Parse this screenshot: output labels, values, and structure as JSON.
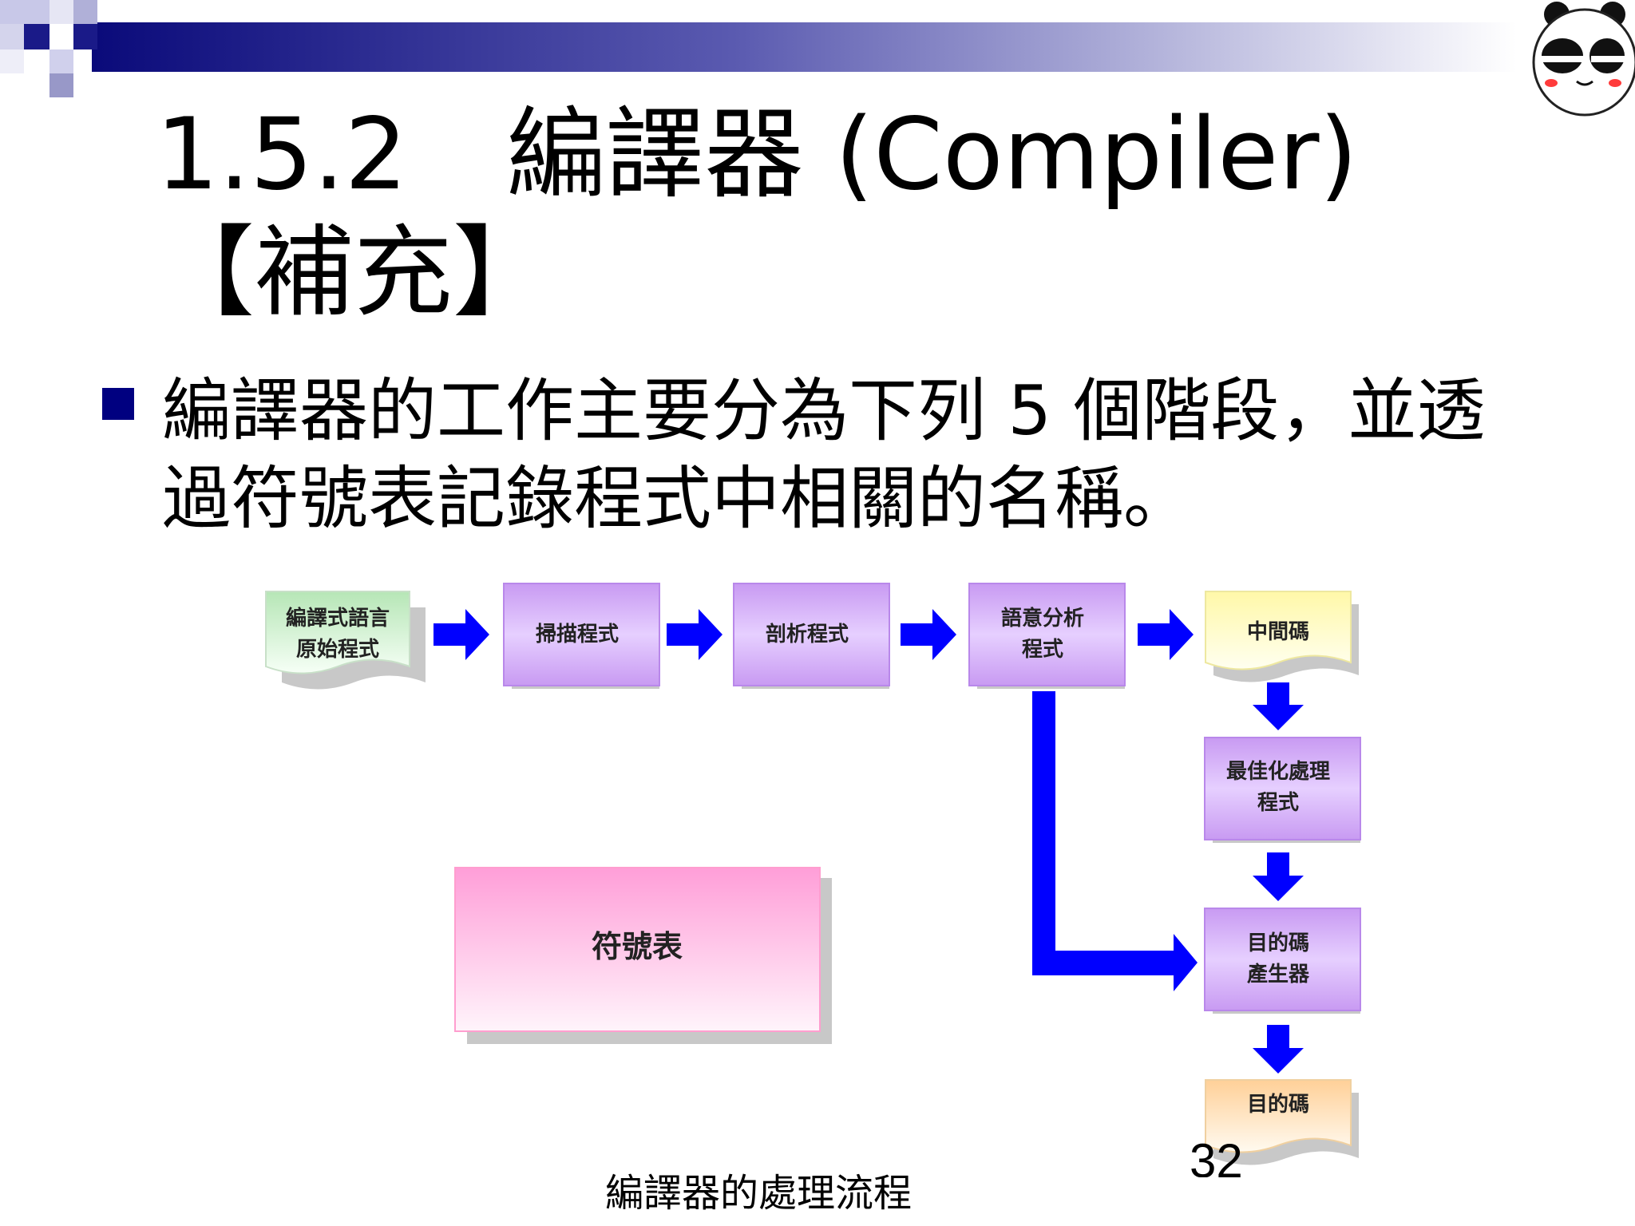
{
  "slide": {
    "title": "1.5.2　編譯器 (Compiler) 【補充】",
    "bullet": "編譯器的工作主要分為下列 5 個階段，並透過符號表記錄程式中相關的名稱。",
    "caption": "編譯器的處理流程",
    "page_number": "32"
  },
  "diagram": {
    "source": [
      "編譯式語言",
      "原始程式"
    ],
    "scanner": [
      "掃描程式"
    ],
    "parser": [
      "剖析程式"
    ],
    "semantic": [
      "語意分析",
      "程式"
    ],
    "intermediate": [
      "中間碼"
    ],
    "optimizer": [
      "最佳化處理",
      "程式"
    ],
    "codegen": [
      "目的碼",
      "產生器"
    ],
    "target": [
      "目的碼"
    ],
    "symbol_table": [
      "符號表"
    ]
  },
  "colors": {
    "arrow": "#0000ff",
    "process_box": "#d4a8f5",
    "source_doc": "#d8f0d8",
    "intermediate_doc": "#fffcc0",
    "target_doc": "#ffe0b0",
    "symbol_table": "#ff9ed8",
    "band_dark": "#101080",
    "bullet": "#000080"
  }
}
